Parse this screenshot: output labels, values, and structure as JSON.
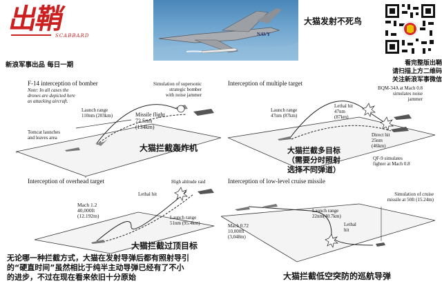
{
  "header": {
    "logo_text": "出鞘",
    "logo_en": "SCABBARD",
    "studio_line": "新浪军事出品 每日一期",
    "photo_title": "大猫发射不死鸟",
    "photo_tail_mark": "NAVY",
    "qr_note": [
      "看完整版出鞘",
      "请扫描上方二维码",
      "关注新浪军事微信"
    ]
  },
  "panels": {
    "bomber": {
      "title": "F-14 interception of bomber",
      "note": [
        "Note: In all cases the",
        "drones are depicted here",
        "as attacking aircraft."
      ],
      "launch_range": [
        "Launch range",
        "110nm (203km)"
      ],
      "missile_flight": [
        "Missile flight",
        "72.5nm",
        "(134km)"
      ],
      "bomber_desc": [
        "Simulation of supersonic",
        "strategic bomber",
        "with noise jammer"
      ],
      "tomcat": [
        "Tomcat launches",
        "and leaves area"
      ],
      "cn_caption": "大猫拦截轰炸机"
    },
    "multiple": {
      "title": "Interception of multiple target",
      "launch_range": [
        "Launch range",
        "47nm (87km)"
      ],
      "lethal_hit": [
        "Lethal hit",
        "47nm",
        "(87km)"
      ],
      "bqm": [
        "BQM-34A at Mach 0.8",
        "simulates noise",
        "jammer"
      ],
      "direct_hit": [
        "Direct hit",
        "25nm",
        "(46km)"
      ],
      "qf9": [
        "QF-9 simulates",
        "fighter at Mach 0.8"
      ],
      "cn_caption": [
        "大猫拦截多目标",
        "（需要分时照射",
        "选择不同弹道）"
      ]
    },
    "overhead": {
      "title": "Interception of overhead target",
      "raid": "High altitude raid",
      "lethal_hit": "Lethal hit",
      "mach": [
        "Mach 1.2",
        "40,000ft",
        "(12.192m)"
      ],
      "launch_range": [
        "Launch range",
        "51nm (95.4km)"
      ],
      "cn_caption": "大猫拦截过顶目标"
    },
    "cruise": {
      "title": "Interception of low-level cruise missile",
      "sim": [
        "Simulation of cruise",
        "missile at 50ft (15.24m)"
      ],
      "launch_range": [
        "Launch range",
        "22nm(40.7km)"
      ],
      "mach": [
        "Mach 0.72",
        "10,000ft",
        "(3,048m)"
      ],
      "lethal_hit": [
        "Lethal",
        "hit"
      ],
      "cn_caption": "大猫拦截低空突防的巡航导弹"
    }
  },
  "bottom_note": [
    "无论哪一种拦截方式，大猫在发射导弹后都有照射导引",
    "的“硬直时间”虽然相比于纯半主动导弹已经有了不小",
    "的进步，不过在现在看来依旧十分原始"
  ],
  "colors": {
    "logo_red": "#cc1f1f",
    "sky_blue": "#6fa5cf",
    "plane_grey": "#9a9a9a"
  }
}
